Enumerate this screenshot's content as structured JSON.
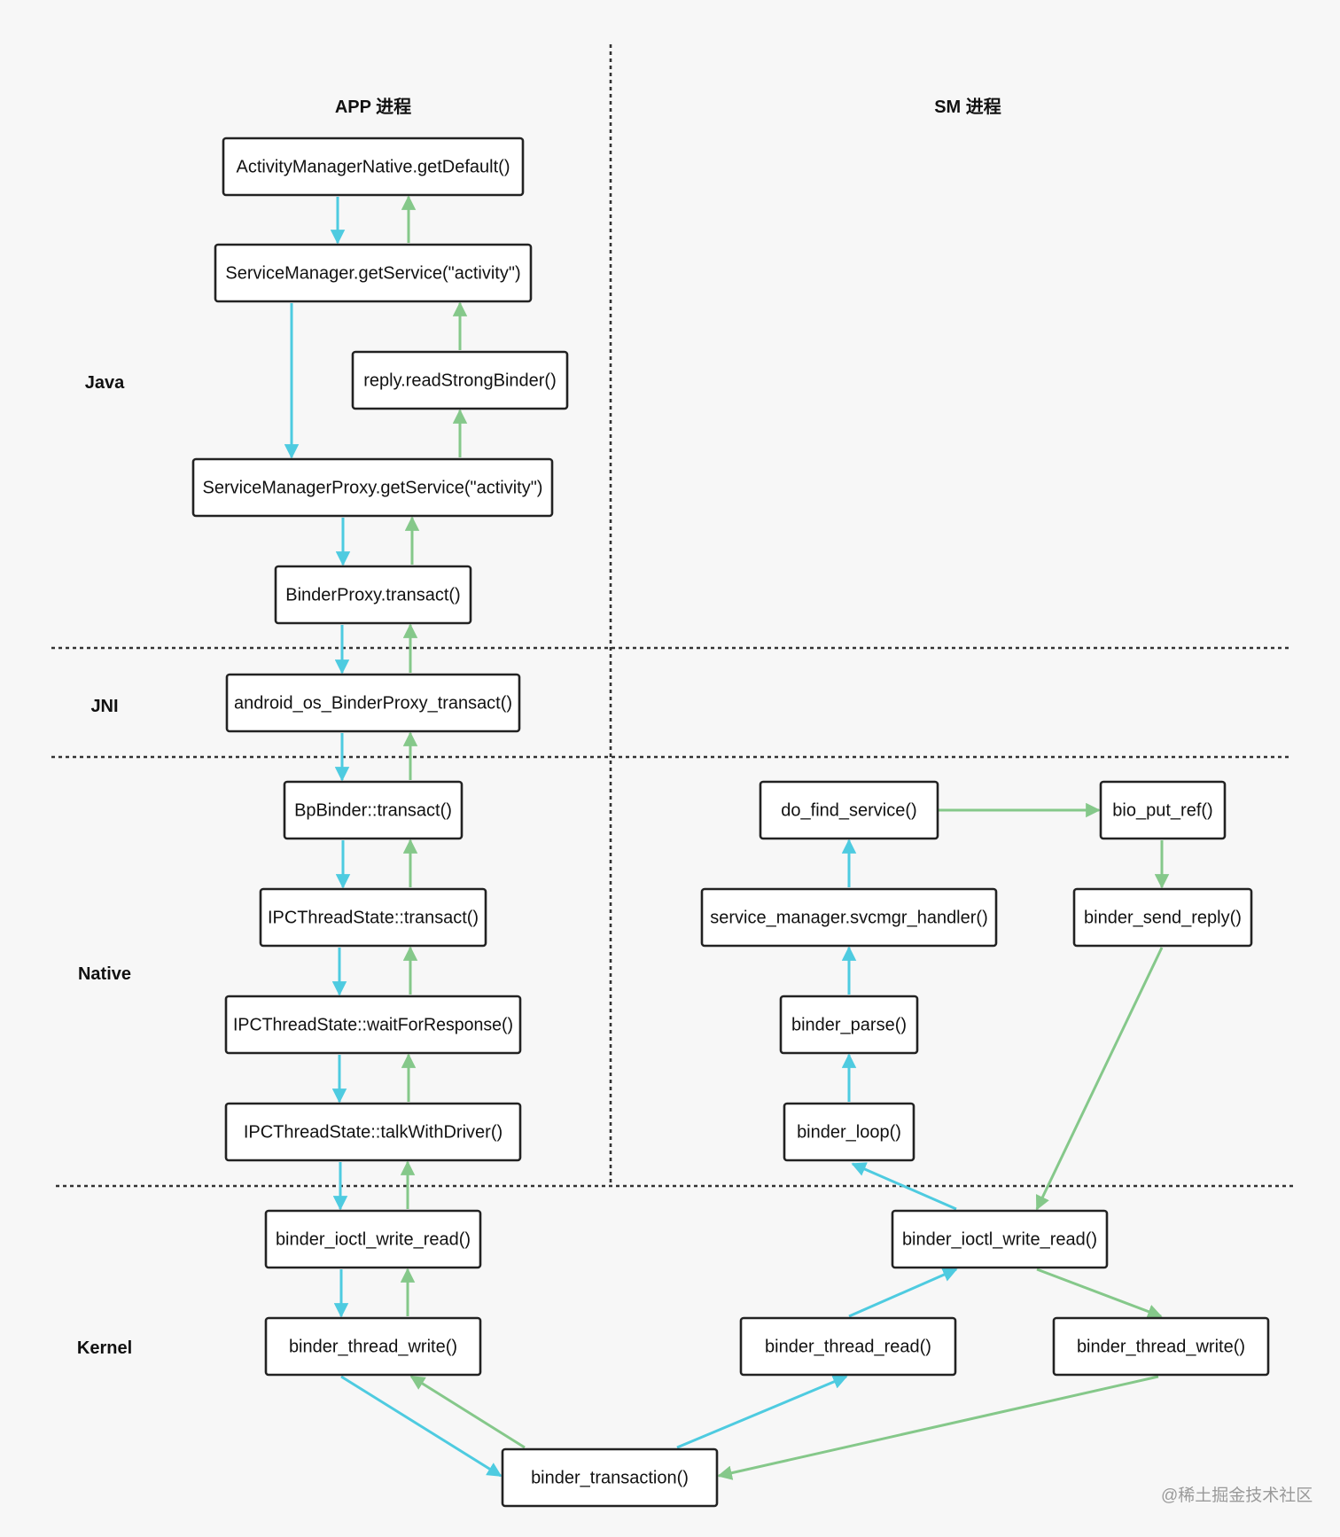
{
  "columns": {
    "app": "APP 进程",
    "sm": "SM 进程"
  },
  "layers": {
    "java": "Java",
    "jni": "JNI",
    "native": "Native",
    "kernel": "Kernel"
  },
  "nodes": {
    "amn_get_default": "ActivityManagerNative.getDefault()",
    "sm_get_service": "ServiceManager.getService(\"activity\")",
    "reply_read_strong_binder": "reply.readStrongBinder()",
    "smp_get_service": "ServiceManagerProxy.getService(\"activity\")",
    "binder_proxy_transact": "BinderProxy.transact()",
    "android_os_binderproxy_transact": "android_os_BinderProxy_transact()",
    "bpbinder_transact": "BpBinder::transact()",
    "ipc_transact": "IPCThreadState::transact()",
    "ipc_wait_for_response": "IPCThreadState::waitForResponse()",
    "ipc_talk_with_driver": "IPCThreadState::talkWithDriver()",
    "app_binder_ioctl_write_read": "binder_ioctl_write_read()",
    "app_binder_thread_write": "binder_thread_write()",
    "binder_transaction": "binder_transaction()",
    "do_find_service": "do_find_service()",
    "bio_put_ref": "bio_put_ref()",
    "svcmgr_handler": "service_manager.svcmgr_handler()",
    "binder_send_reply": "binder_send_reply()",
    "binder_parse": "binder_parse()",
    "binder_loop": "binder_loop()",
    "sm_binder_ioctl_write_read": "binder_ioctl_write_read()",
    "sm_binder_thread_read": "binder_thread_read()",
    "sm_binder_thread_write": "binder_thread_write()"
  },
  "edges": [
    {
      "from": "amn_get_default",
      "to": "sm_get_service",
      "color": "blue"
    },
    {
      "from": "sm_get_service",
      "to": "amn_get_default",
      "color": "green"
    },
    {
      "from": "sm_get_service",
      "to": "smp_get_service",
      "color": "blue"
    },
    {
      "from": "reply_read_strong_binder",
      "to": "sm_get_service",
      "color": "green"
    },
    {
      "from": "smp_get_service",
      "to": "reply_read_strong_binder",
      "color": "green"
    },
    {
      "from": "smp_get_service",
      "to": "binder_proxy_transact",
      "color": "blue"
    },
    {
      "from": "binder_proxy_transact",
      "to": "smp_get_service",
      "color": "green"
    },
    {
      "from": "binder_proxy_transact",
      "to": "android_os_binderproxy_transact",
      "color": "blue"
    },
    {
      "from": "android_os_binderproxy_transact",
      "to": "binder_proxy_transact",
      "color": "green"
    },
    {
      "from": "android_os_binderproxy_transact",
      "to": "bpbinder_transact",
      "color": "blue"
    },
    {
      "from": "bpbinder_transact",
      "to": "android_os_binderproxy_transact",
      "color": "green"
    },
    {
      "from": "bpbinder_transact",
      "to": "ipc_transact",
      "color": "blue"
    },
    {
      "from": "ipc_transact",
      "to": "bpbinder_transact",
      "color": "green"
    },
    {
      "from": "ipc_transact",
      "to": "ipc_wait_for_response",
      "color": "blue"
    },
    {
      "from": "ipc_wait_for_response",
      "to": "ipc_transact",
      "color": "green"
    },
    {
      "from": "ipc_wait_for_response",
      "to": "ipc_talk_with_driver",
      "color": "blue"
    },
    {
      "from": "ipc_talk_with_driver",
      "to": "ipc_wait_for_response",
      "color": "green"
    },
    {
      "from": "ipc_talk_with_driver",
      "to": "app_binder_ioctl_write_read",
      "color": "blue"
    },
    {
      "from": "app_binder_ioctl_write_read",
      "to": "ipc_talk_with_driver",
      "color": "green"
    },
    {
      "from": "app_binder_ioctl_write_read",
      "to": "app_binder_thread_write",
      "color": "blue"
    },
    {
      "from": "app_binder_thread_write",
      "to": "app_binder_ioctl_write_read",
      "color": "green"
    },
    {
      "from": "app_binder_thread_write",
      "to": "binder_transaction",
      "color": "blue"
    },
    {
      "from": "binder_transaction",
      "to": "app_binder_thread_write",
      "color": "green"
    },
    {
      "from": "binder_transaction",
      "to": "sm_binder_thread_read",
      "color": "blue"
    },
    {
      "from": "sm_binder_thread_read",
      "to": "sm_binder_ioctl_write_read",
      "color": "blue"
    },
    {
      "from": "sm_binder_ioctl_write_read",
      "to": "binder_loop",
      "color": "blue"
    },
    {
      "from": "binder_loop",
      "to": "binder_parse",
      "color": "blue"
    },
    {
      "from": "binder_parse",
      "to": "svcmgr_handler",
      "color": "blue"
    },
    {
      "from": "svcmgr_handler",
      "to": "do_find_service",
      "color": "blue"
    },
    {
      "from": "do_find_service",
      "to": "bio_put_ref",
      "color": "green"
    },
    {
      "from": "bio_put_ref",
      "to": "binder_send_reply",
      "color": "green"
    },
    {
      "from": "binder_send_reply",
      "to": "sm_binder_ioctl_write_read",
      "color": "green"
    },
    {
      "from": "sm_binder_ioctl_write_read",
      "to": "sm_binder_thread_write",
      "color": "green"
    },
    {
      "from": "sm_binder_thread_write",
      "to": "binder_transaction",
      "color": "green"
    }
  ],
  "colors": {
    "call_arrow": "#4ecbe0",
    "return_arrow": "#85c88a",
    "background": "#f7f7f7"
  },
  "watermark": "@稀土掘金技术社区"
}
